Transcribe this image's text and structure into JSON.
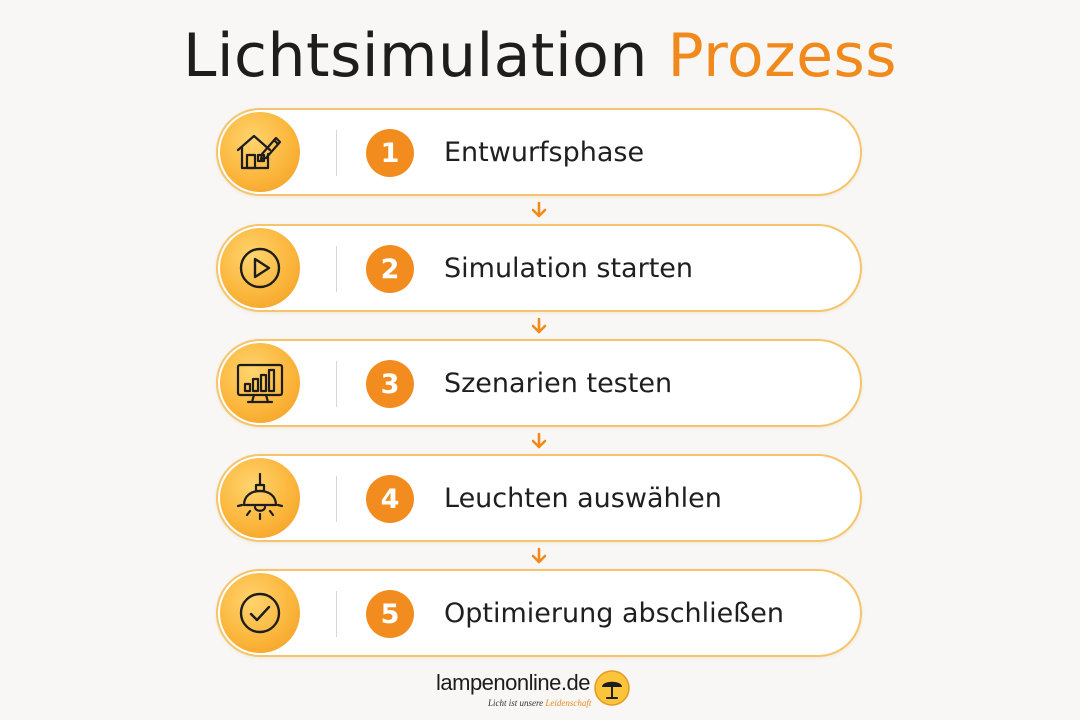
{
  "title": {
    "part1": "Lichtsimulation",
    "part2": "Prozess"
  },
  "steps": [
    {
      "number": "1",
      "label": "Entwurfsphase",
      "icon": "house-pencil-icon"
    },
    {
      "number": "2",
      "label": "Simulation starten",
      "icon": "play-icon"
    },
    {
      "number": "3",
      "label": "Szenarien testen",
      "icon": "monitor-chart-icon"
    },
    {
      "number": "4",
      "label": "Leuchten auswählen",
      "icon": "pendant-lamp-icon"
    },
    {
      "number": "5",
      "label": "Optimierung abschließen",
      "icon": "checkmark-icon"
    }
  ],
  "footer": {
    "brand": "lampenonline.de",
    "slogan_prefix": "Licht ist unsere",
    "slogan_highlight": "Leidenschaft"
  },
  "colors": {
    "accent": "#f08a1c",
    "number_badge": "#f28c1f",
    "border": "#f5c46b",
    "icon_fill": "#fbb63c",
    "text": "#1f1f1f"
  }
}
